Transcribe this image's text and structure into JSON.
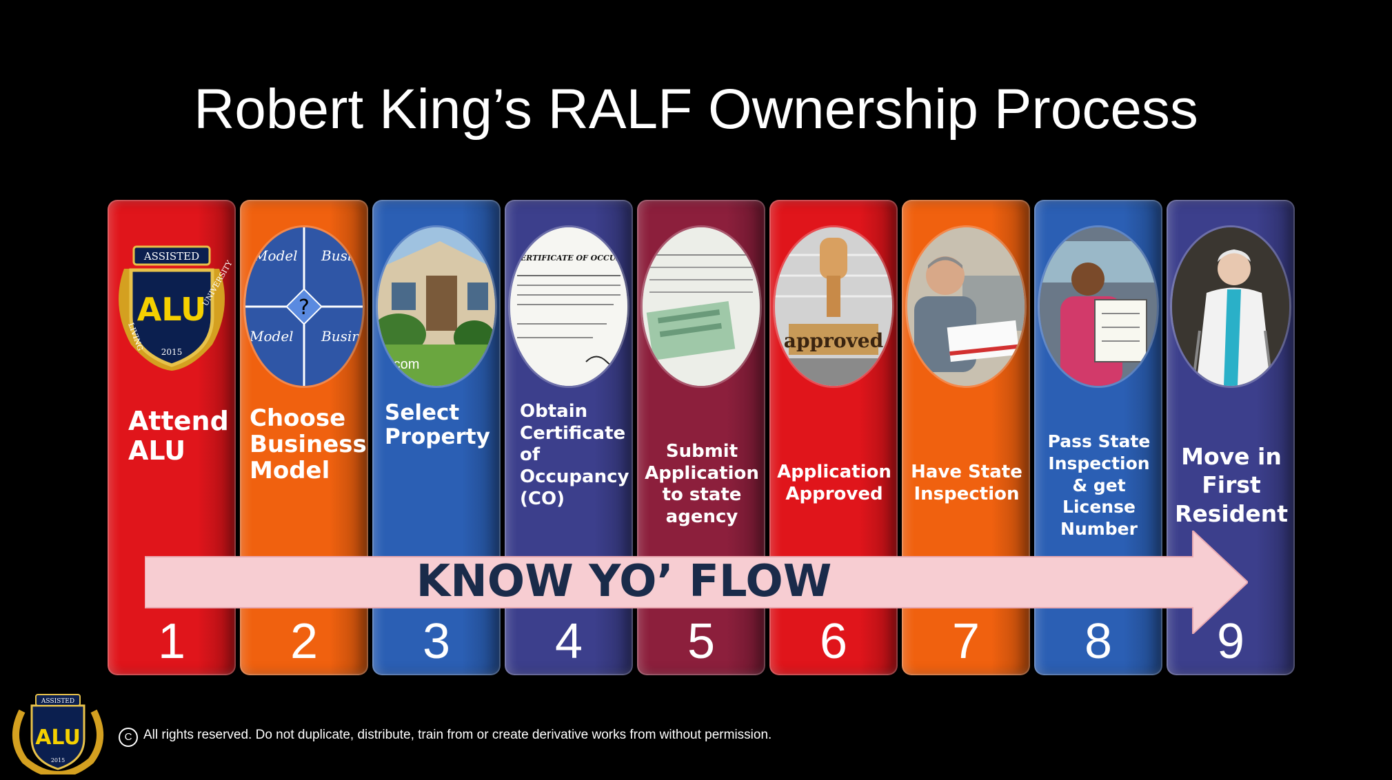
{
  "title": "Robert King’s RALF Ownership Process",
  "steps": [
    {
      "number": "1",
      "label": "Attend ALU",
      "color": "#e0151b"
    },
    {
      "number": "2",
      "label": "Choose Business Model",
      "color": "#f0610f"
    },
    {
      "number": "3",
      "label": "Select Property",
      "color": "#2b5fb4"
    },
    {
      "number": "4",
      "label": "Obtain Certificate of Occupancy (CO)",
      "color": "#3c3f8c"
    },
    {
      "number": "5",
      "label": "Submit Application to state agency",
      "color": "#8c1f3c"
    },
    {
      "number": "6",
      "label": "Application Approved",
      "color": "#e0151b"
    },
    {
      "number": "7",
      "label": "Have State Inspection",
      "color": "#f0610f"
    },
    {
      "number": "8",
      "label": "Pass State Inspection & get License Number",
      "color": "#2b5fb4"
    },
    {
      "number": "9",
      "label": "Move in First Resident",
      "color": "#3c3f8c"
    }
  ],
  "logo": {
    "top_text": "ASSISTED",
    "center_text": "ALU",
    "left_text": "LIVING",
    "right_text": "UNIVERSITY",
    "year": "2015"
  },
  "step2_quadrants": [
    "Model",
    "Busi",
    "Model",
    "Busin"
  ],
  "step3_caption": "o.com",
  "step4_caption": "CERTIFICATE OF OCCUPANCY",
  "step6_caption": "approved",
  "arrow_text": "KNOW YO’ FLOW",
  "copyright_symbol": "C",
  "copyright_text": "All rights reserved. Do not duplicate, distribute, train from or create derivative works from without permission."
}
